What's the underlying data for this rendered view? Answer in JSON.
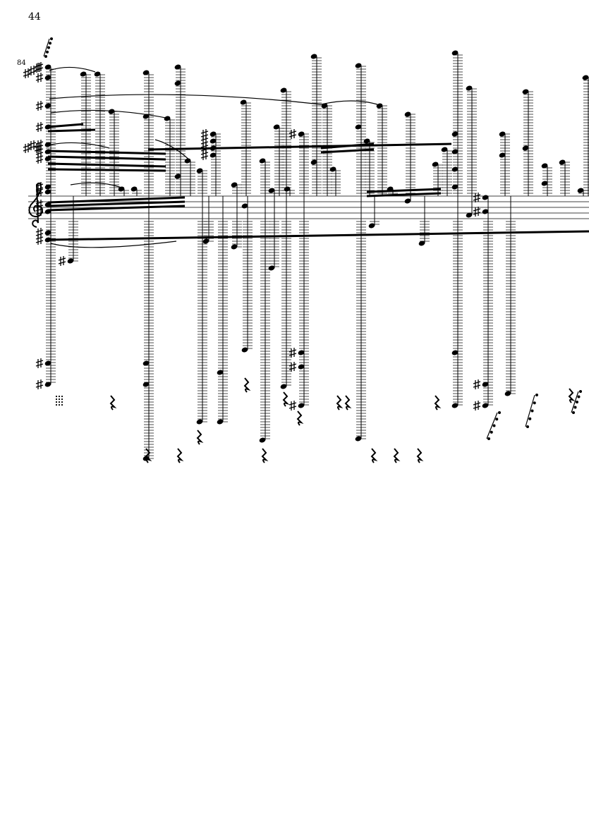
{
  "page": {
    "number": "44"
  },
  "score": {
    "measure_number": "84",
    "clef": "treble",
    "ink_color": "#000000"
  }
}
